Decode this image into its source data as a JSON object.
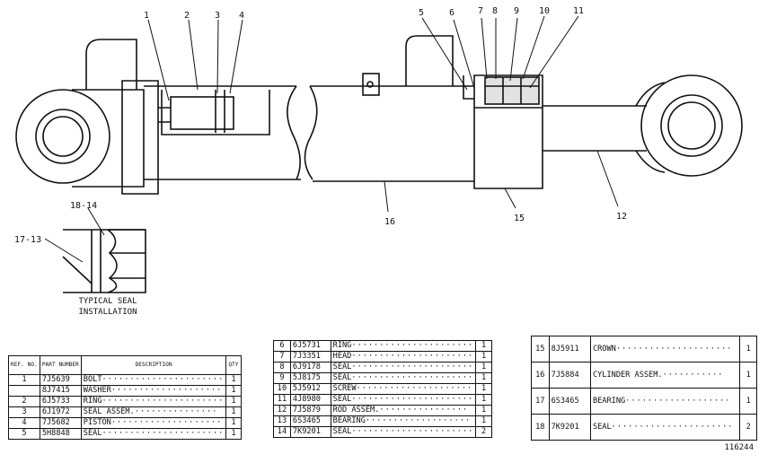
{
  "callouts": {
    "c1": "1",
    "c2": "2",
    "c3": "3",
    "c4": "4",
    "c5": "5",
    "c6": "6",
    "c7": "7",
    "c8": "8",
    "c9": "9",
    "c10": "10",
    "c11": "11",
    "c12": "12",
    "c15": "15",
    "c16": "16",
    "c18_14": "18-14",
    "c17_13": "17-13"
  },
  "seal_caption": {
    "line1": "TYPICAL SEAL",
    "line2": "INSTALLATION"
  },
  "table_headers": {
    "ref_no": "REF. NO.",
    "part_number": "PART NUMBER",
    "description": "DESCRIPTION",
    "qty": "QTY"
  },
  "table1": [
    {
      "ref": "1",
      "part": "7J5639",
      "desc": "BOLT",
      "qty": "1"
    },
    {
      "ref": "",
      "part": "8J7415",
      "desc": "WASHER",
      "qty": "1"
    },
    {
      "ref": "2",
      "part": "6J5733",
      "desc": "RING",
      "qty": "1"
    },
    {
      "ref": "3",
      "part": "6J1972",
      "desc": "SEAL ASSEM.",
      "qty": "1"
    },
    {
      "ref": "4",
      "part": "7J5682",
      "desc": "PISTON",
      "qty": "1"
    },
    {
      "ref": "5",
      "part": "5H8848",
      "desc": "SEAL",
      "qty": "1"
    }
  ],
  "table1_group_ref": "1",
  "table2": [
    {
      "ref": "6",
      "part": "6J5731",
      "desc": "RING",
      "qty": "1"
    },
    {
      "ref": "7",
      "part": "7J3351",
      "desc": "HEAD",
      "qty": "1"
    },
    {
      "ref": "8",
      "part": "6J9178",
      "desc": "SEAL",
      "qty": "1"
    },
    {
      "ref": "9",
      "part": "5J8175",
      "desc": "SEAL",
      "qty": "1"
    },
    {
      "ref": "10",
      "part": "5J5912",
      "desc": "SCREW",
      "qty": "1"
    },
    {
      "ref": "11",
      "part": "4J8980",
      "desc": "SEAL",
      "qty": "1"
    },
    {
      "ref": "12",
      "part": "7J5879",
      "desc": "ROD ASSEM.",
      "qty": "1"
    },
    {
      "ref": "13",
      "part": "6S3465",
      "desc": "BEARING",
      "qty": "1",
      "sub": true
    },
    {
      "ref": "14",
      "part": "7K9201",
      "desc": "SEAL",
      "qty": "2",
      "sub": true
    }
  ],
  "table3": [
    {
      "ref": "15",
      "part": "8J5911",
      "desc": "CROWN",
      "qty": "1"
    },
    {
      "ref": "16",
      "part": "7J5884",
      "desc": "CYLINDER ASSEM.",
      "qty": "1"
    },
    {
      "ref": "17",
      "part": "6S3465",
      "desc": "BEARING",
      "qty": "1",
      "sub": true
    },
    {
      "ref": "18",
      "part": "7K9201",
      "desc": "SEAL",
      "qty": "2",
      "sub": true
    }
  ],
  "drawing_id": "116244"
}
